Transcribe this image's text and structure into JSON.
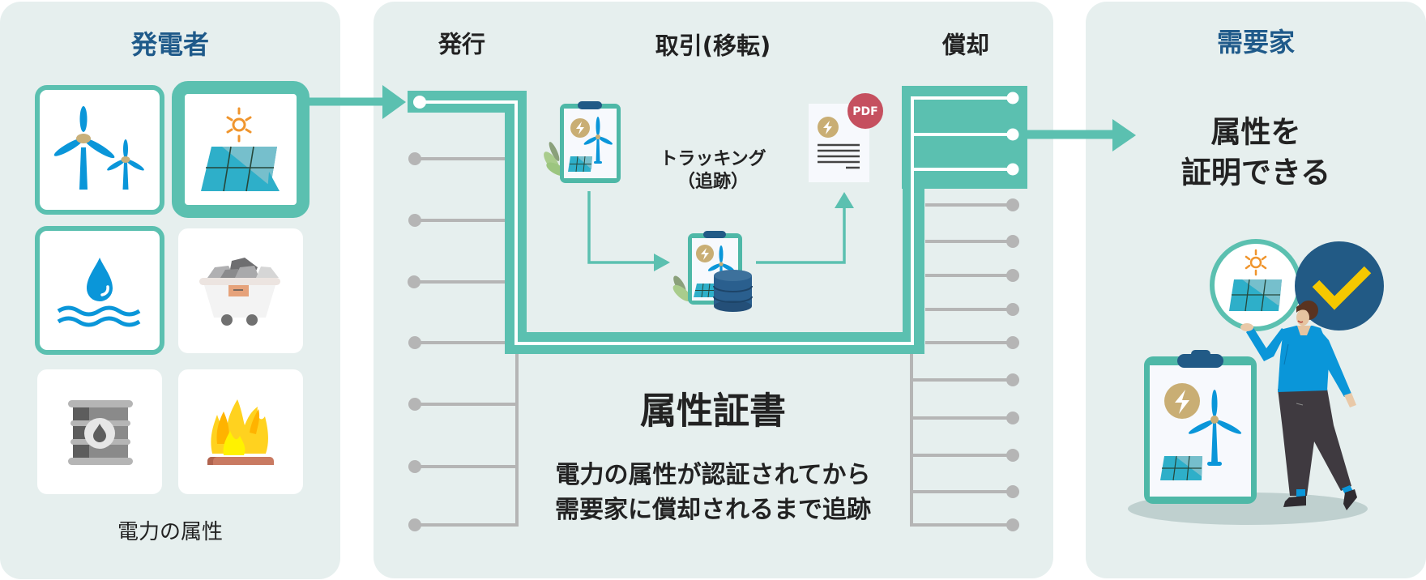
{
  "producer": {
    "title": "発電者",
    "footer": "電力の属性",
    "sources": [
      {
        "name": "wind",
        "icon": "wind-turbine-icon",
        "state": "selected"
      },
      {
        "name": "solar",
        "icon": "solar-panel-icon",
        "state": "highlighted"
      },
      {
        "name": "hydro",
        "icon": "water-drop-icon",
        "state": "selected"
      },
      {
        "name": "coal",
        "icon": "coal-cart-icon",
        "state": "none"
      },
      {
        "name": "oil",
        "icon": "oil-barrel-icon",
        "state": "none"
      },
      {
        "name": "gas-fire",
        "icon": "fire-icon",
        "state": "none"
      }
    ]
  },
  "certificate": {
    "stages": [
      "発行",
      "取引(移転)",
      "償却"
    ],
    "tracking": [
      "トラッキング",
      "（追跡）"
    ],
    "pdf_badge": "PDF",
    "title": "属性証書",
    "description": [
      "電力の属性が認証されてから",
      "需要家に償却されるまで追跡"
    ]
  },
  "consumer": {
    "title": "需要家",
    "message": [
      "属性を",
      "証明できる"
    ]
  },
  "colors": {
    "accent_teal": "#5bc0b0",
    "title_blue": "#1f5a8a",
    "panel_bg": "#e6efee",
    "rail_gray": "#b5b5b5",
    "pdf_red": "#c5505f",
    "check_yellow": "#f5c800",
    "database_blue": "#2a5f8e"
  }
}
